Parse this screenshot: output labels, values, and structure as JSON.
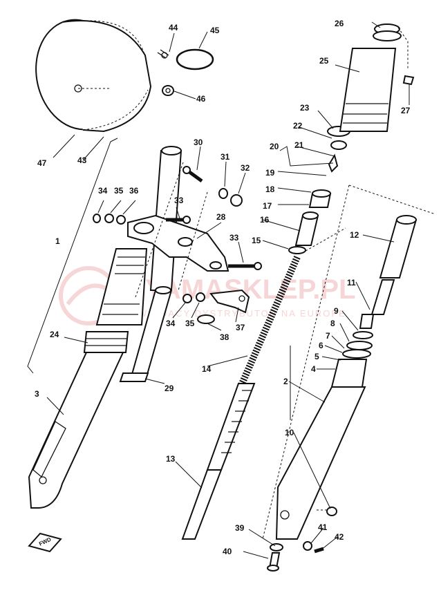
{
  "watermark": {
    "main": "YAMASKLEP.PL",
    "sub": "WIODĄCY DYSTRYBUTOR NA EUROPE"
  },
  "fwd_label": "FWD",
  "callouts": {
    "c1": "1",
    "c2": "2",
    "c3": "3",
    "c4": "4",
    "c5": "5",
    "c6": "6",
    "c7": "7",
    "c8": "8",
    "c9": "9",
    "c10": "10",
    "c11": "11",
    "c12": "12",
    "c13": "13",
    "c14": "14",
    "c15": "15",
    "c16": "16",
    "c17": "17",
    "c18": "18",
    "c19": "19",
    "c20": "20",
    "c21": "21",
    "c22": "22",
    "c23": "23",
    "c24": "24",
    "c25": "25",
    "c26": "26",
    "c27": "27",
    "c28": "28",
    "c29": "29",
    "c30": "30",
    "c31": "31",
    "c32": "32",
    "c33a": "33",
    "c33b": "33",
    "c34a": "34",
    "c34b": "34",
    "c35a": "35",
    "c35b": "35",
    "c36": "36",
    "c37": "37",
    "c38": "38",
    "c39": "39",
    "c40": "40",
    "c41": "41",
    "c42": "42",
    "c43": "43",
    "c44": "44",
    "c45": "45",
    "c46": "46",
    "c47": "47"
  }
}
